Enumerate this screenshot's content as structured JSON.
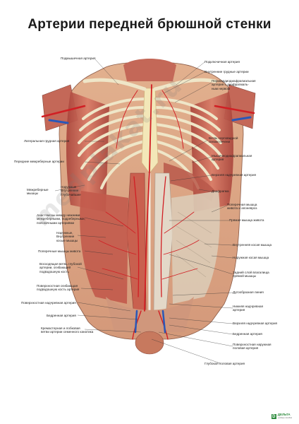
{
  "title": "Артерии передней брюшной стенки",
  "labels": {
    "subclavian": "Подмышечная артерия",
    "subclavian_r": "Подключичная артерия",
    "int_thoracic": "Внутренние грудные артерии",
    "pericardiophrenic": [
      "Перикардиодиафрагмальная",
      "артерия с диафрагмаль-",
      "ным нервом"
    ],
    "lat_thoracic": "Латеральная грудная артерия",
    "ant_intercostal": "Передние межреберные артерии",
    "intercostal_muscles": [
      "Межреберные",
      "мышцы"
    ],
    "intercostal_ext": "Наружные",
    "intercostal_int": "Внутренние",
    "intercostal_inner": "Глубочайшие",
    "hepatic_branch": [
      "Ветвь серповидной",
      "связки печени"
    ],
    "musculophrenic": [
      "Мышечнодиафрагмальная",
      "артерия"
    ],
    "sup_epigastric": "Верхняя надчревная артерия",
    "diaphragm": "Диафрагма",
    "transversus": [
      "Поперечная мышца",
      "живота и апоневроз"
    ],
    "rectus": "Прямая мышца живота",
    "anastomoses": [
      "Анастомозы между нижними",
      "межреберными, подреберными,",
      "поясничными артериями"
    ],
    "obliques": [
      "Наружные,",
      "Внутренние",
      "косые мышцы"
    ],
    "transversus_l": "Поперечные мышцы живота",
    "int_oblique": "Внутренняя косая мышца",
    "ext_oblique": "Наружная косая мышца",
    "ascending_circ": [
      "Восходящая ветвь глубокой",
      "артерии, огибающей",
      "подвздошную кость"
    ],
    "rectus_sheath": [
      "Задний слой влагалища",
      "прямой мышцы"
    ],
    "sup_circ_iliac": [
      "Поверхностная огибающая",
      "подвздошную кость артерия"
    ],
    "arcuate": "Дугообразная линия",
    "sup_epigastric_superficial": "Поверхностная надчревная артерия",
    "inf_epigastric": [
      "Нижняя надчревная",
      "артерия"
    ],
    "femoral_l": "Бедренная артерия",
    "deep_circ": "Верхняя надчревная артерия",
    "femoral_r": "Бедренная артерия",
    "cremasteric": [
      "Кремастерная и лобковая",
      "ветви артерии семенного канатика"
    ],
    "sup_ext_pudendal": [
      "Поверхностная наружная",
      "половая артерия"
    ],
    "deep_pudendal": "Глубокая половая артерия"
  },
  "watermark": "medplakat.ru",
  "brand": {
    "mark": "D",
    "name": "ДЕЛЬТА",
    "sub": "учебные пособия"
  }
}
